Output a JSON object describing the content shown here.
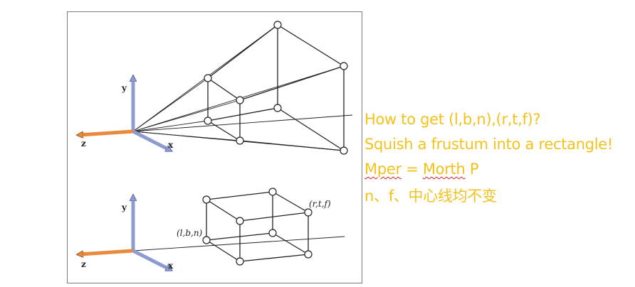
{
  "annotations": {
    "line1": "How to get (l,b,n),(r,t,f)?",
    "line2": "Squish a frustum into a rectangle!",
    "line3_a": "Mper",
    "line3_b": " = ",
    "line3_c": "Morth",
    "line3_d": " P",
    "line4": "n、f、中心线均不变"
  },
  "diagram": {
    "top": {
      "axis_y": "y",
      "axis_z": "z",
      "axis_x": "x"
    },
    "bottom": {
      "axis_y": "y",
      "axis_z": "z",
      "axis_x": "x",
      "corner_near": "(l,b,n)",
      "corner_far": "(r,t,f)"
    }
  },
  "colors": {
    "annotation_text": "#f2c21b",
    "y_axis": "#8e9bd0",
    "x_axis": "#8e9bd0",
    "z_axis": "#e88a3a",
    "spellcheck_underline": "#d22020"
  }
}
